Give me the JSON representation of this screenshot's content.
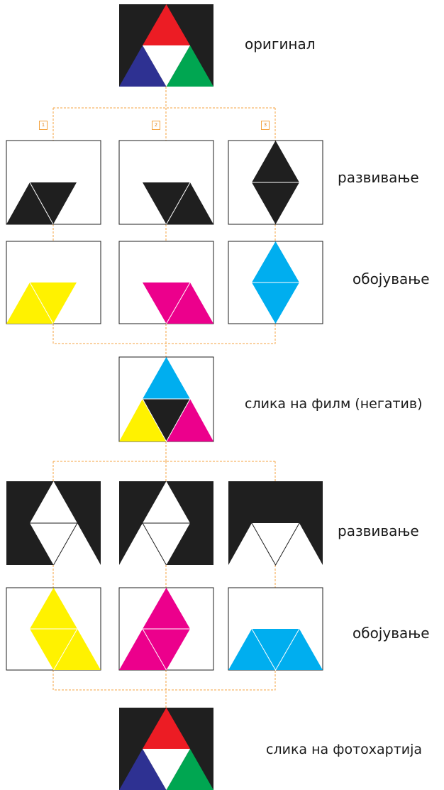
{
  "labels": {
    "original": "оригинал",
    "develop_1": "развивање",
    "coloring_1": "обојување",
    "negative": "слика на филм (негатив)",
    "develop_2": "развивање",
    "coloring_2": "обојување",
    "photo_paper": "слика на фотохартија"
  },
  "layer_tags": [
    "1",
    "2",
    "3"
  ],
  "colors": {
    "black": "#1f1f1f",
    "red": "#ec1c24",
    "blue": "#2e3192",
    "green": "#00a651",
    "white": "#ffffff",
    "yellow": "#fff200",
    "magenta": "#ec008c",
    "cyan": "#00aeef",
    "connector": "#f4a340"
  }
}
